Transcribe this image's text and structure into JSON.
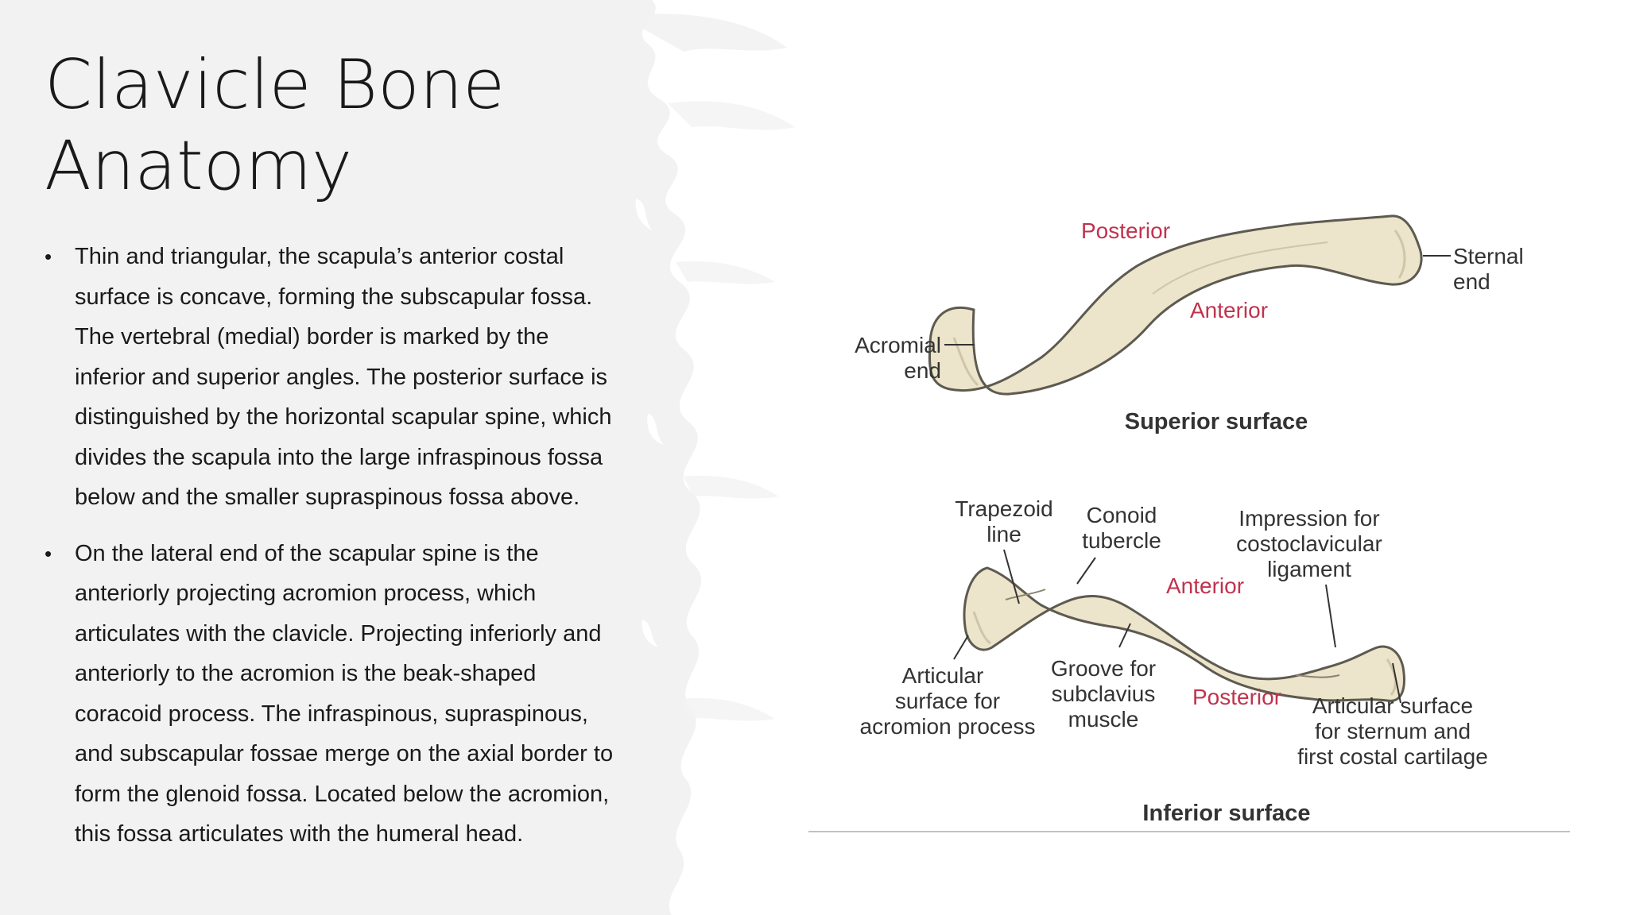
{
  "slide": {
    "title_line1": "Clavicle Bone",
    "title_line2": "Anatomy",
    "bullets": [
      {
        "marker": "•",
        "lines": [
          "Thin and triangular, the scapula’s anterior costal",
          "surface is concave, forming the subscapular fossa.",
          "The vertebral (medial) border is marked by the",
          "inferior and superior angles. The posterior surface is",
          "distinguished by the horizontal scapular spine, which",
          "divides the scapula into the large infraspinous fossa",
          "below and the smaller supraspinous fossa above."
        ]
      },
      {
        "marker": "•",
        "lines": [
          "On the lateral end of the scapular spine is the",
          "anteriorly projecting acromion process, which",
          "articulates with the clavicle. Projecting inferiorly and",
          "anteriorly to the acromion is the beak-shaped",
          "coracoid process. The infraspinous, supraspinous,",
          "and subscapular fossae merge on the axial border to",
          "form the glenoid fossa. Located below the acromion,",
          "this fossa articulates with the humeral head."
        ]
      }
    ]
  },
  "figure": {
    "superior": {
      "caption": "Superior surface",
      "posterior": "Posterior",
      "anterior": "Anterior",
      "acromial_1": "Acromial",
      "acromial_2": "end",
      "sternal_1": "Sternal",
      "sternal_2": "end"
    },
    "inferior": {
      "caption": "Inferior surface",
      "trapezoid_1": "Trapezoid",
      "trapezoid_2": "line",
      "conoid_1": "Conoid",
      "conoid_2": "tubercle",
      "impression_1": "Impression for",
      "impression_2": "costoclavicular",
      "impression_3": "ligament",
      "anterior": "Anterior",
      "posterior": "Posterior",
      "articular_acromion_1": "Articular",
      "articular_acromion_2": "surface for",
      "articular_acromion_3": "acromion process",
      "groove_1": "Groove for",
      "groove_2": "subclavius",
      "groove_3": "muscle",
      "articular_sternum_1": "Articular surface",
      "articular_sternum_2": "for sternum and",
      "articular_sternum_3": "first costal cartilage"
    }
  },
  "colors": {
    "text": "#1a1a1a",
    "accent_red": "#c0334d",
    "bone_fill": "#ece4cb",
    "bone_stroke": "#5d5a50",
    "brush_gray": "#f2f2f2"
  }
}
